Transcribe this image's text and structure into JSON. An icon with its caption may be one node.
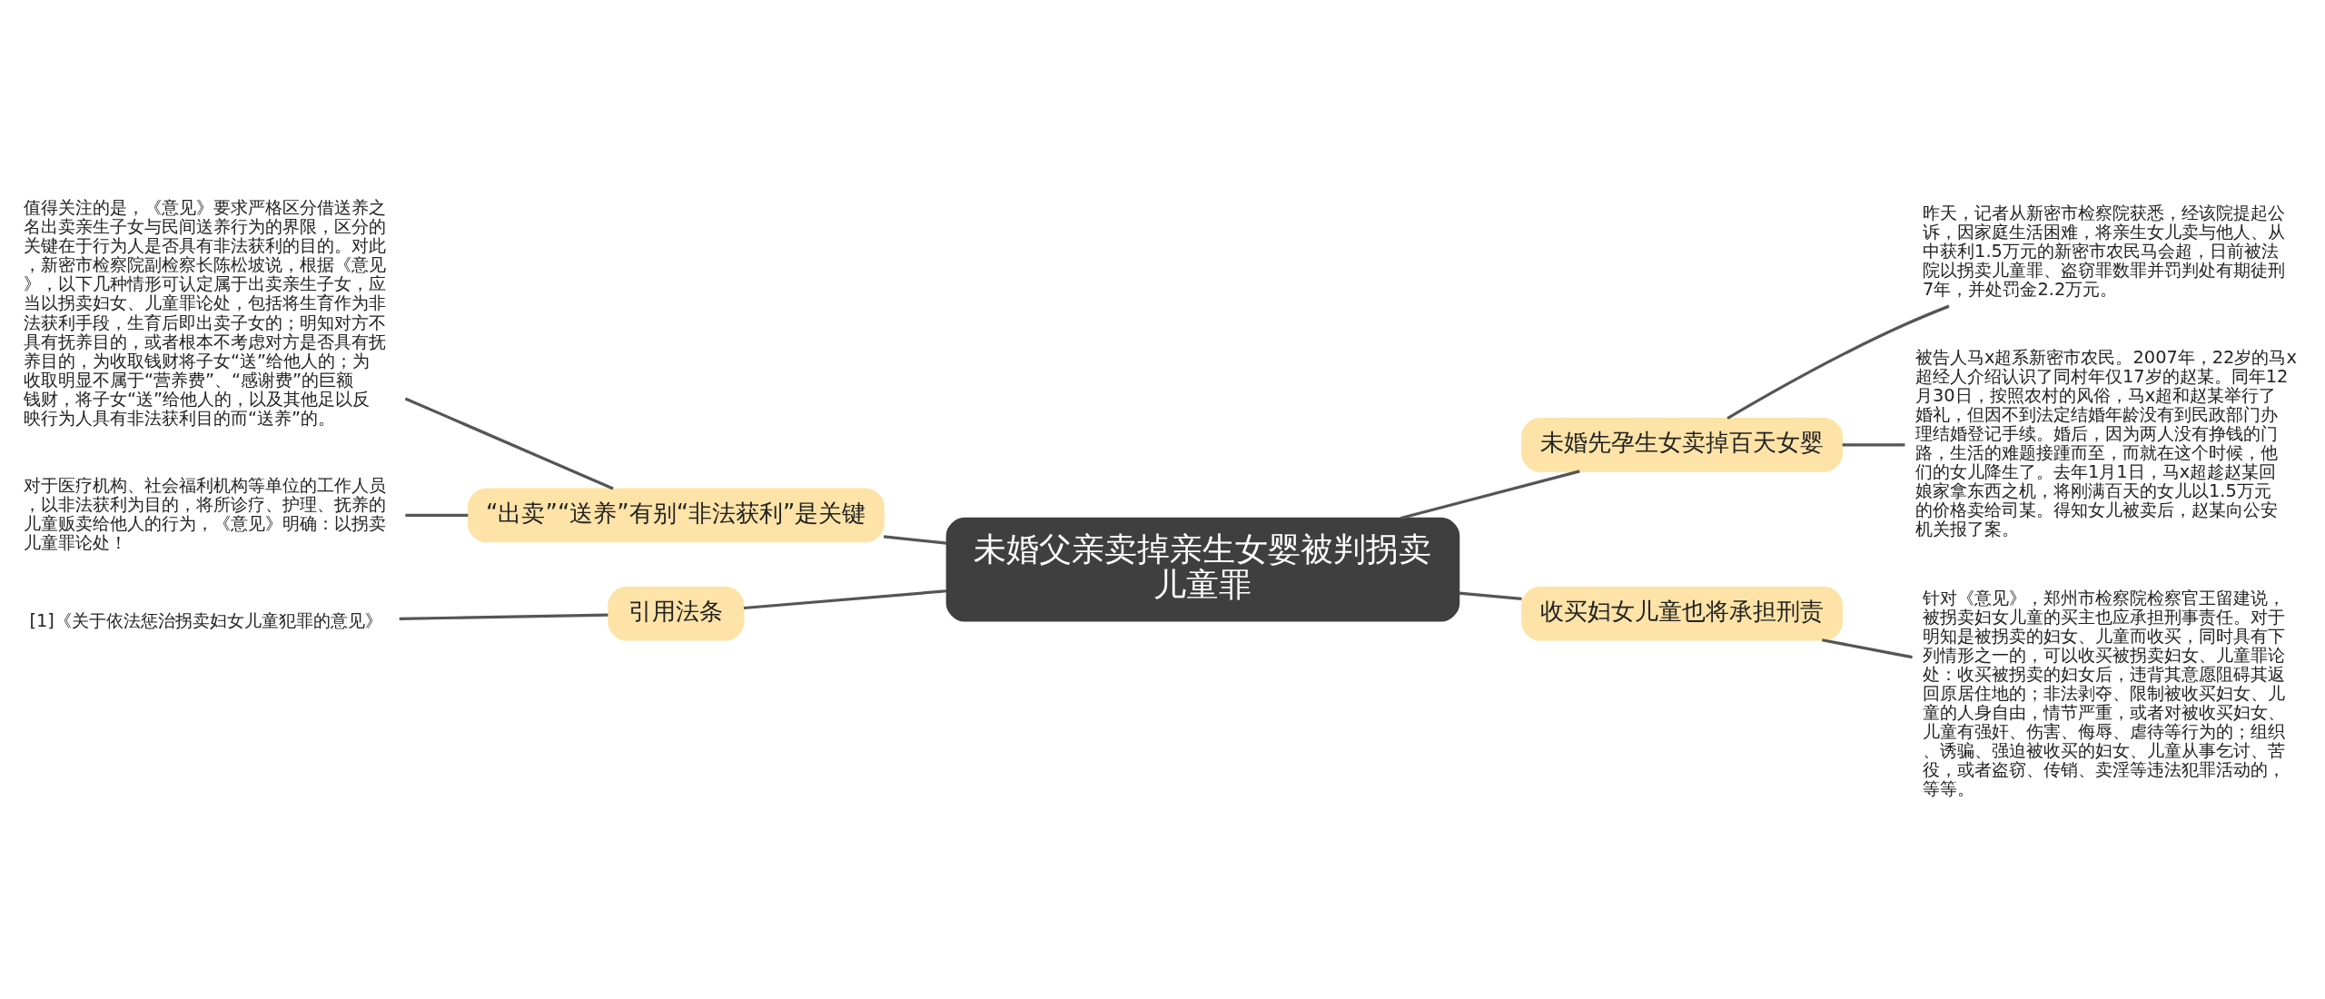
{
  "diagram": {
    "nodes": [
      {
        "text": [
          "未婚父亲卖掉亲生女婴被判拐卖儿童罪"
        ]
      },
      {
        "text": [
          "“出卖”“送养”有别“非法获利”是关键"
        ]
      },
      {
        "text": [
          "值得关注的是，《意见》要求严格区分借送养之名出卖亲生子女与民间送养行为的界限，区分的关键在于行为人是否具有非法获利的目的。对此，新密市检察院副检察长陈松坡说，根据《意见》，以下几种情形可认定属于出卖亲生子女，应当以拐卖妇女、儿童罪论处，包括将生育作为非法获利手段，生育后即出卖子女的；明知对方不具有抚养目的，或者根本不考虑对方是否具有抚养目的，为收取钱财将子女“送”给他人的；为收取明显不属于“营养费”、“感谢费”的巨额钱财，将子女“送”给他人的，以及其他足以反映行为人具有非法获利目的而“送养”的。"
        ]
      },
      {
        "text": [
          "对于医疗机构、社会福利机构等单位的工作人员，以非法获利为目的，将所诊疗、护理、抚养的儿童贩卖给他人的行为，《意见》明确：以拐卖儿童罪论处！"
        ]
      },
      {
        "text": [
          "引用法条"
        ]
      },
      {
        "text": [
          "[1]《关于依法惩治拐卖妇女儿童犯罪的意见》"
        ]
      },
      {
        "text": [
          "未婚先孕生女卖掉百天女婴"
        ]
      },
      {
        "text": [
          "昨天，记者从新密市检察院获悉，经该院提起公诉，因家庭生活困难，将亲生女儿卖与他人、从中获利1.5万元的新密市农民马会超，日前被法院以拐卖儿童罪、盗窃罪数罪并罚判处有期徒刑7年，并处罚金2.2万元。"
        ]
      },
      {
        "text": [
          "被告人马x超系新密市农民。2007年，22岁的马x超经人介绍认识了同村年仅17岁的赵某。同年12月30日，按照农村的风俗，马x超和赵某举行了婚礼，但因不到法定结婚年龄没有到民政部门办理结婚登记手续。婚后，因为两人没有挣钱的门路，生活的难题接踵而至，而就在这个时候，他们的女儿降生了。去年1月1日，马x超趁赵某回娘家拿东西之机，将刚满百天的女儿以1.5万元的价格卖给司某。得知女儿被卖后，赵某向公安机关报了案。"
        ]
      },
      {
        "text": [
          "收买妇女儿童也将承担刑责"
        ]
      },
      {
        "text": [
          "针对《意见》，郑州市检察院检察官王留建说，被拐卖妇女儿童的买主也应承担刑事责任。对于明知是被拐卖的妇女、儿童而收买，同时具有下列情形之一的，可以收买被拐卖妇女、儿童罪论处：收买被拐卖的妇女后，违背其意愿阻碍其返回原居住地的；非法剥夺、限制被收买妇女、儿童的人身自由，情节严重，或者对被收买妇女、儿童有强奸、伤害、侮辱、虐待等行为的；组织、诱骗、强迫被收买的妇女、儿童从事乞讨、苦役，或者盗窃、传销、卖淫等违法犯罪活动的，等等。"
        ]
      }
    ],
    "edges": [
      {
        "from": 0,
        "to": 1,
        "arrow": "none"
      },
      {
        "from": 1,
        "to": 2,
        "arrow": "none"
      },
      {
        "from": 1,
        "to": 3,
        "arrow": "none"
      },
      {
        "from": 0,
        "to": 4,
        "arrow": "none"
      },
      {
        "from": 4,
        "to": 5,
        "arrow": "none"
      },
      {
        "from": 0,
        "to": 6,
        "arrow": "none"
      },
      {
        "from": 6,
        "to": 7,
        "arrow": "none"
      },
      {
        "from": 6,
        "to": 8,
        "arrow": "none"
      },
      {
        "from": 0,
        "to": 9,
        "arrow": "none"
      },
      {
        "from": 9,
        "to": 10,
        "arrow": "none"
      }
    ]
  }
}
